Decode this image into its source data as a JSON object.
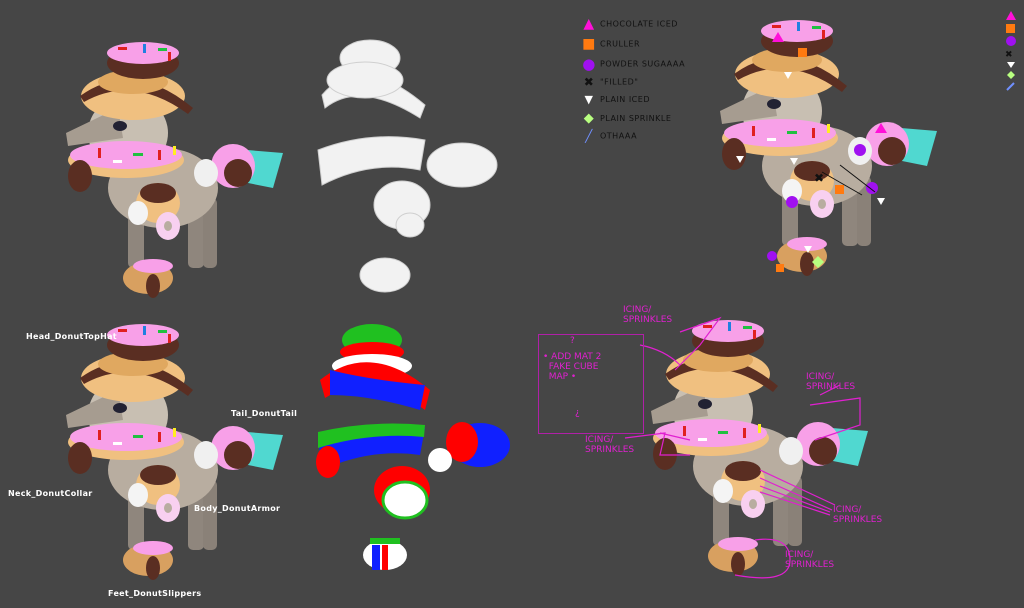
{
  "legend": [
    {
      "icon": "triangle",
      "label": "CHOCOLATE ICED",
      "color": "#ff10d8"
    },
    {
      "icon": "square",
      "label": "CRULLER",
      "color": "#ff7a10"
    },
    {
      "icon": "circle",
      "label": "POWDER SUGAAAA",
      "color": "#a010f0"
    },
    {
      "icon": "x",
      "label": "\"FILLED\"",
      "color": "#111111"
    },
    {
      "icon": "down-triangle",
      "label": "PLAIN ICED",
      "color": "#ffffff"
    },
    {
      "icon": "diamond",
      "label": "PLAIN SPRINKLE",
      "color": "#b8ff80"
    },
    {
      "icon": "line",
      "label": "OTHAAA",
      "color": "#7090ff"
    }
  ],
  "part_labels": {
    "head": "Head_DonutTopHat",
    "tail": "Tail_DonutTail",
    "neck": "Neck_DonutCollar",
    "body": "Body_DonutArmor",
    "feet": "Feet_DonutSlippers"
  },
  "notes": {
    "box_q": "?",
    "box_text": "• ADD MAT 2\n  FAKE CUBE\n  MAP •",
    "box_q2": "¿",
    "icing": "ICING/\nSPRINKLES"
  },
  "colors": {
    "background": "#464646",
    "annotation": "#e020d0",
    "icing": "#f8a0e8",
    "chocolate": "#5a2e22",
    "dough": "#f0c080",
    "fur": "#bdb2a4"
  }
}
